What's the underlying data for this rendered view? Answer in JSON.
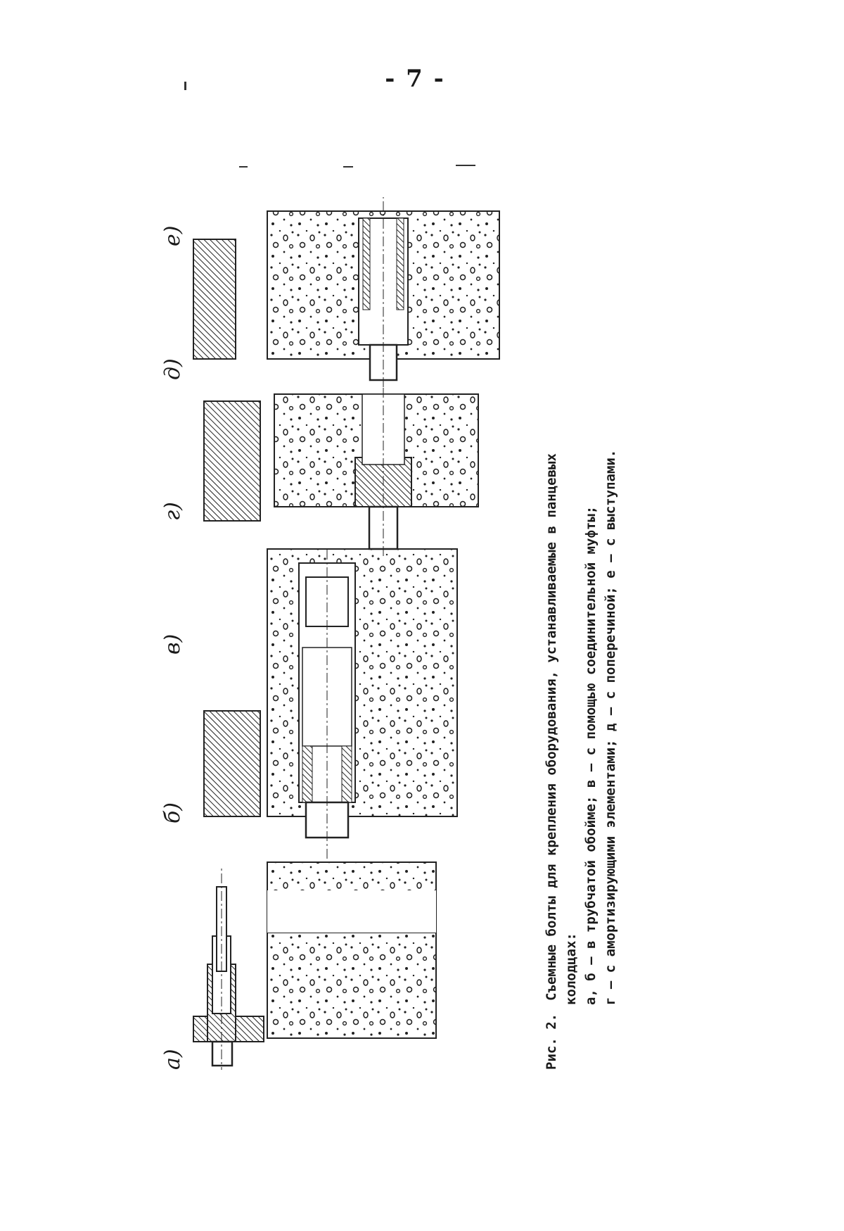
{
  "page": {
    "number": "- 7 -"
  },
  "figure": {
    "variant_labels": [
      "а)",
      "б)",
      "в)",
      "г)",
      "д)",
      "е)"
    ],
    "caption": {
      "prefix": "Рис. 2.",
      "title_line1": "Съемные болты для крепления оборудования, устанавливаемые в панцевых",
      "title_line2": "колодцах:",
      "legend_line1": "а, б – в трубчатой обойме; в – с помощью соединительной муфты;",
      "legend_line2": "г – с амортизирующими элементами; д – с поперечиной; е – с выступами."
    }
  },
  "colors": {
    "ink": "#1a1a1a",
    "paper": "#ffffff"
  }
}
